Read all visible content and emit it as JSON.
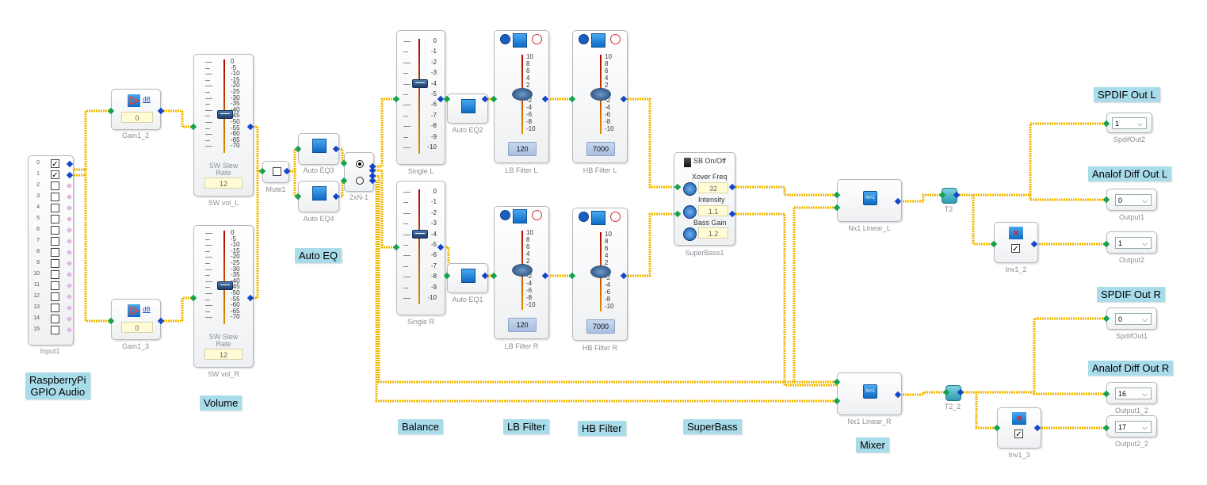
{
  "input_block": {
    "caption": "Input1",
    "channels": [
      "0",
      "1",
      "2",
      "3",
      "4",
      "5",
      "6",
      "7",
      "8",
      "9",
      "10",
      "11",
      "12",
      "13",
      "14",
      "15"
    ],
    "checked": [
      "✓",
      "✓"
    ]
  },
  "gain_blocks": {
    "g1_2": {
      "value": "0",
      "caption": "Gain1_2",
      "unit": "dB"
    },
    "g1_3": {
      "value": "0",
      "caption": "Gain1_3",
      "unit": "dB"
    }
  },
  "volume": {
    "ticks": [
      "0",
      "-5",
      "-10",
      "-15",
      "-20",
      "-25",
      "-30",
      "-35",
      "-40",
      "-45",
      "-50",
      "-55",
      "-60",
      "-65",
      "-70"
    ],
    "rate_label": "SW Slew Rate",
    "vol_l": {
      "rate": "12",
      "caption": "SW vol_L"
    },
    "vol_r": {
      "rate": "12",
      "caption": "SW vol_R"
    }
  },
  "mute": {
    "caption": "Mute1"
  },
  "auto_eq": {
    "eq3": "Auto EQ3",
    "eq4": "Auto EQ4",
    "eq2": "Auto EQ2",
    "eq1": "Auto EQ1"
  },
  "switch_block": {
    "caption": "2xN-1"
  },
  "balance": {
    "ticks": [
      "0",
      "-1",
      "-2",
      "-3",
      "-4",
      "-5",
      "-6",
      "-7",
      "-8",
      "-9",
      "-10"
    ],
    "single_l": "Single L",
    "single_r": "Single R"
  },
  "filters": {
    "ticks": [
      "10",
      "8",
      "6",
      "4",
      "2",
      "0",
      "-2",
      "-4",
      "-6",
      "-8",
      "-10"
    ],
    "lb_l": {
      "value": "120",
      "caption": "LB Filter L"
    },
    "hb_l": {
      "value": "7000",
      "caption": "HB Filter L"
    },
    "lb_r": {
      "value": "120",
      "caption": "LB Filter R"
    },
    "hb_r": {
      "value": "7000",
      "caption": "HB Filter R"
    }
  },
  "superbass": {
    "onoff": "SB On/Off",
    "xover_label": "Xover Freq",
    "xover_value": "32",
    "intensity_label": "Intensity",
    "intensity_value": "1.1",
    "bass_label": "Bass Gain",
    "bass_value": "1.2",
    "caption": "SuperBass1"
  },
  "mixer": {
    "linear_l": "Nx1 Linear_L",
    "linear_r": "Nx1 Linear_R",
    "icon_text": "N×1"
  },
  "tees": {
    "t2": "T2",
    "t2_2": "T2_2"
  },
  "inverters": {
    "inv1_2": "Inv1_2",
    "inv1_3": "Inv1_3"
  },
  "outputs": {
    "spdif_out2": {
      "value": "1",
      "caption": "SpdifOut2"
    },
    "output1": {
      "value": "0",
      "caption": "Output1"
    },
    "output2": {
      "value": "1",
      "caption": "Output2"
    },
    "spdif_out1": {
      "value": "0",
      "caption": "SpdifOut1"
    },
    "output1_2": {
      "value": "16",
      "caption": "Output1_2"
    },
    "output2_2": {
      "value": "17",
      "caption": "Output2_2"
    }
  },
  "labels": {
    "raspberry": "RaspberryPi\nGPIO Audio",
    "volume": "Volume",
    "auto_eq": "Auto EQ",
    "balance": "Balance",
    "lb_filter": "LB Filter",
    "hb_filter": "HB Filter",
    "superbass": "SuperBass",
    "mixer": "Mixer",
    "spdif_l": "SPDIF Out L",
    "analog_l": "Analof Diff Out L",
    "spdif_r": "SPDIF Out R",
    "analog_r": "Analof Diff Out R"
  },
  "colors": {
    "wire": "#f2b800",
    "input_pin": "#15a24b",
    "output_pin": "#1646c8",
    "label_bg": "#a9dcea"
  }
}
